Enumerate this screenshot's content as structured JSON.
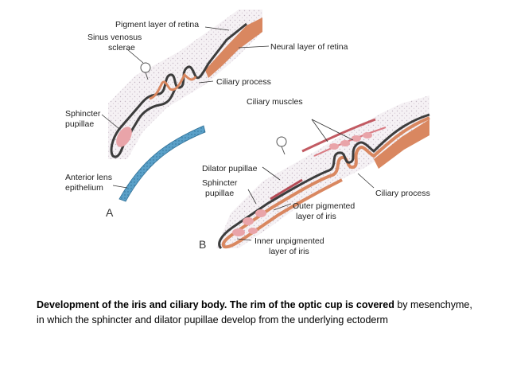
{
  "labels": {
    "a_pigment_layer": "Pigment layer of retina",
    "a_sinus_line1": "Sinus venosus",
    "a_sinus_line2": "sclerae",
    "a_neural_layer": "Neural layer of retina",
    "a_ciliary_process": "Ciliary process",
    "a_sphincter_line1": "Sphincter",
    "a_sphincter_line2": "pupillae",
    "a_lens_line1": "Anterior lens",
    "a_lens_line2": "epithelium",
    "b_ciliary_muscles": "Ciliary muscles",
    "b_dilator": "Dilator pupillae",
    "b_sphincter_line1": "Sphincter",
    "b_sphincter_line2": "pupillae",
    "b_ciliary_process": "Ciliary process",
    "b_outer_line1": "Outer pigmented",
    "b_outer_line2": "layer of iris",
    "b_inner_line1": "Inner unpigmented",
    "b_inner_line2": "layer of iris"
  },
  "panels": {
    "a": "A",
    "b": "B"
  },
  "caption": {
    "bold": "Development of the iris and ciliary body. The rim of the optic cup is covered",
    "rest": "by mesenchyme, in which the sphincter and dilator pupillae develop from the underlying ectoderm"
  },
  "colors": {
    "mesenchyme": "#f3eef2",
    "stipple": "#c9bcc8",
    "neural_layer": "#d98760",
    "pigment_layer": "#3c3c3c",
    "muscle": "#e9a4a9",
    "lens": "#5aa0c8"
  }
}
